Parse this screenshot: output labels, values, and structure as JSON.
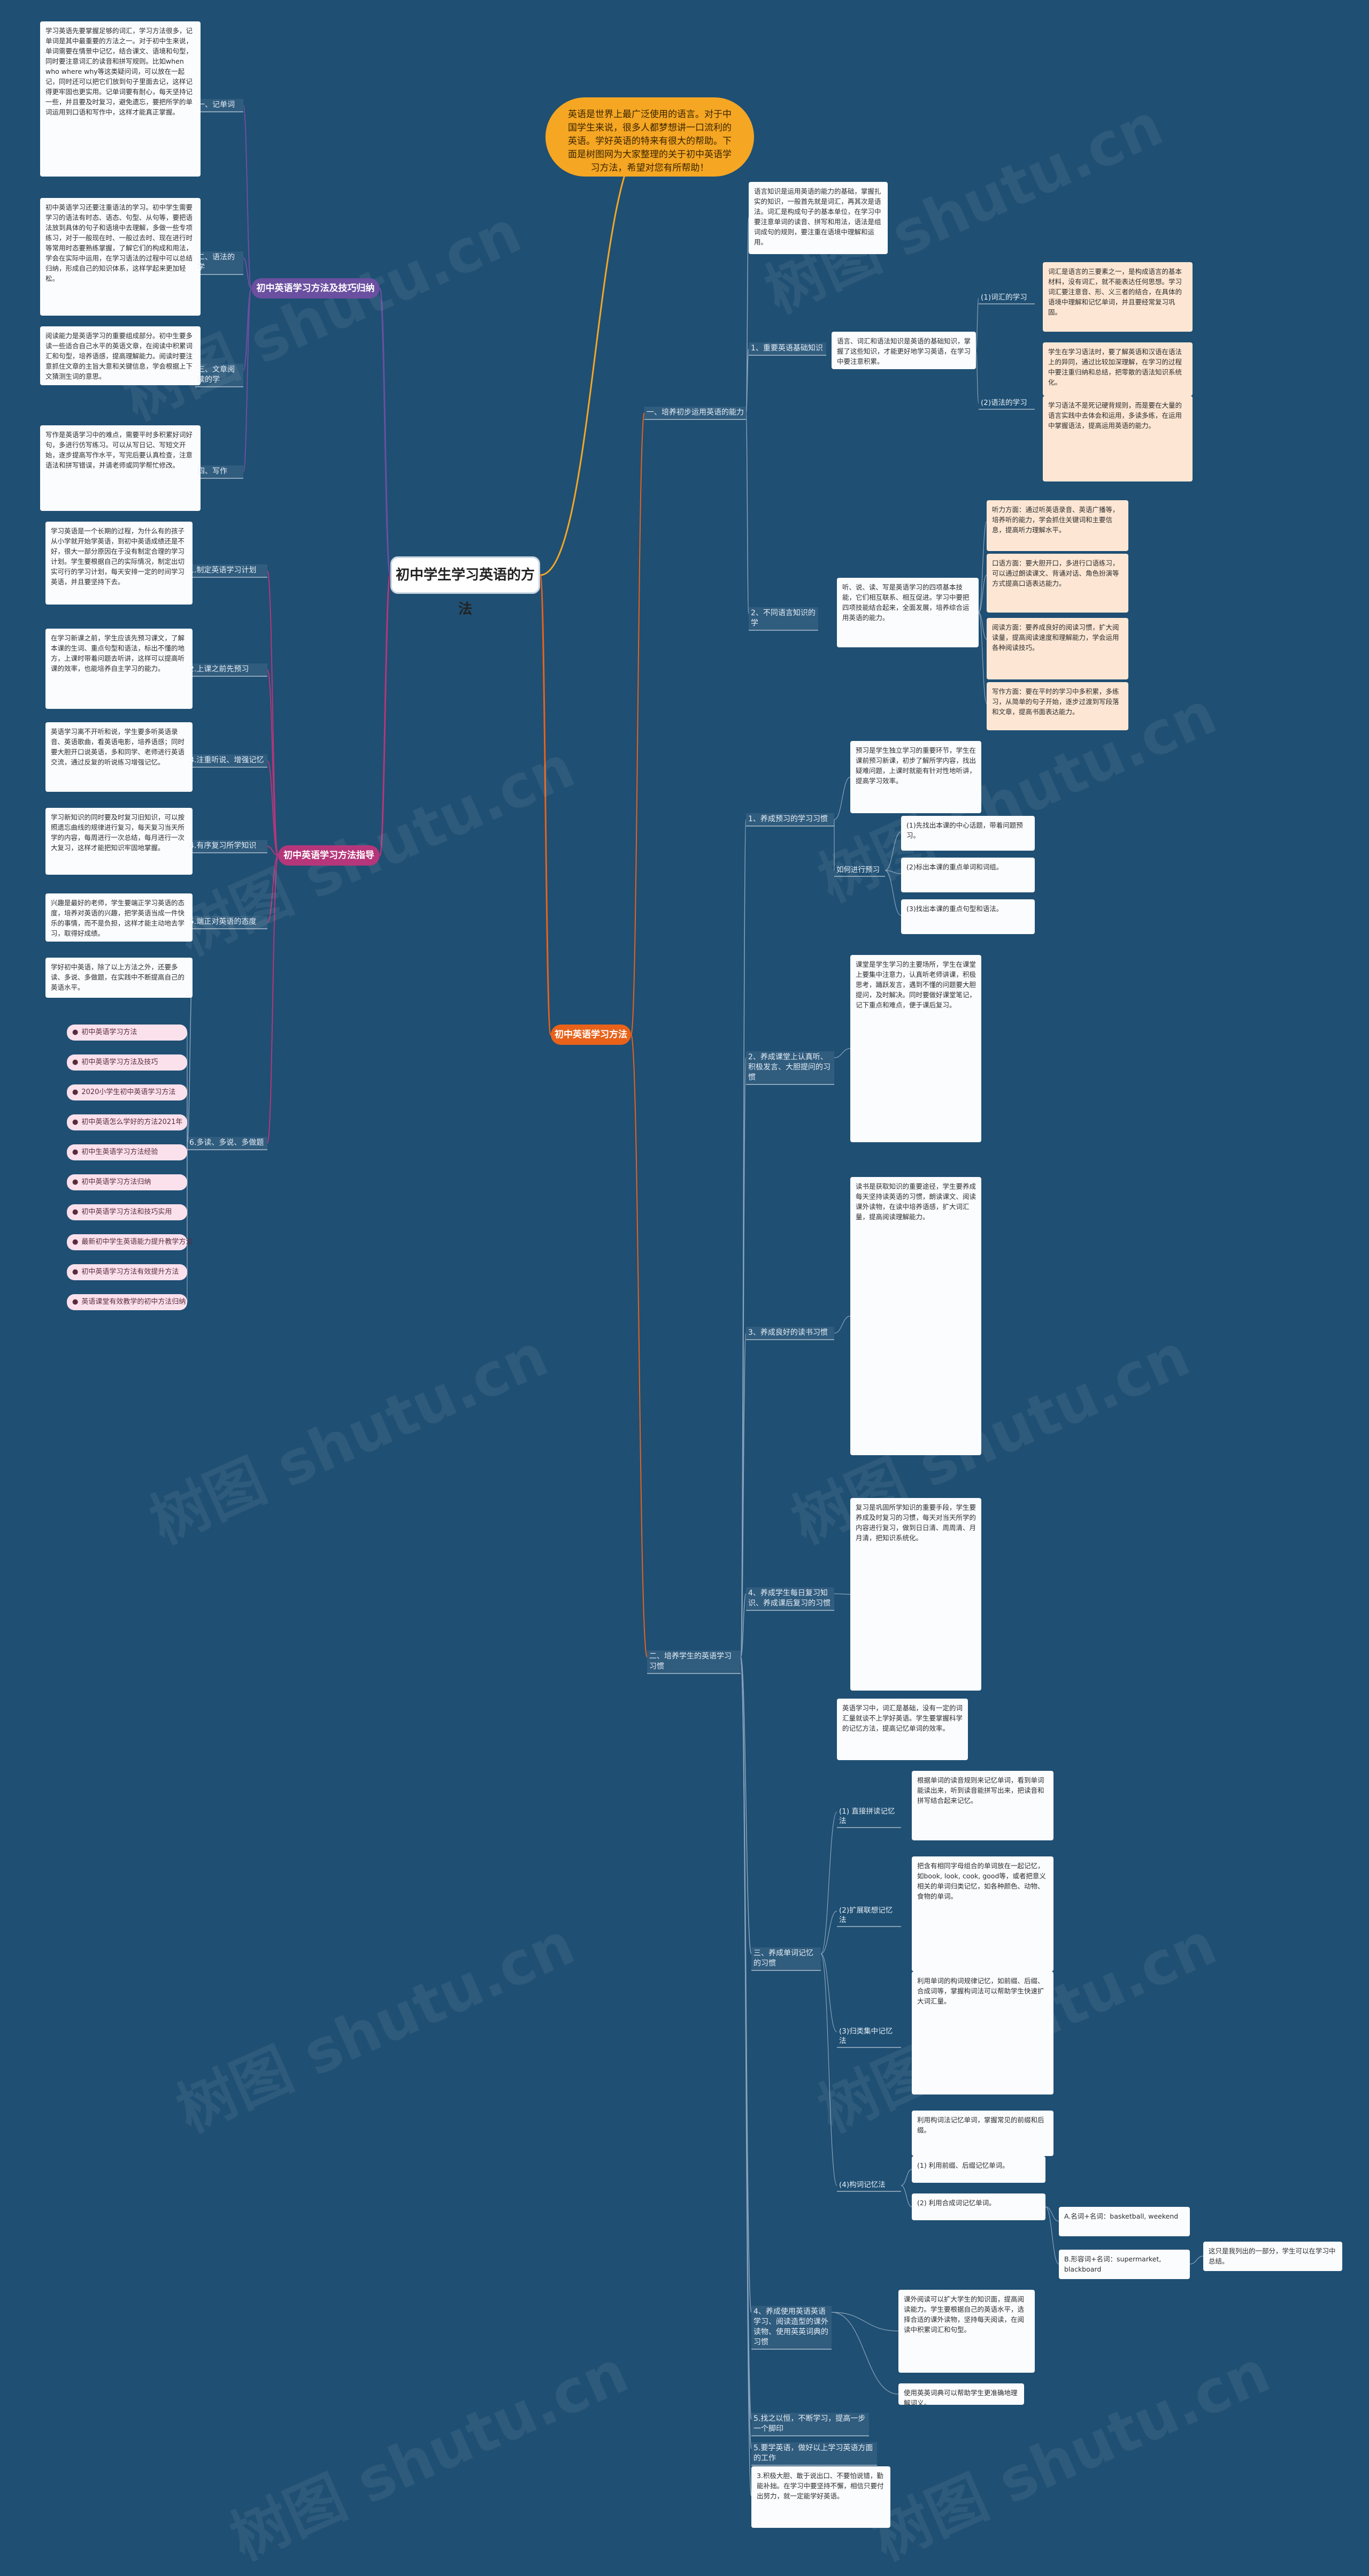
{
  "root": "初中学生学习英语的方法",
  "intro": "英语是世界上最广泛使用的语言。对于中国学生来说，很多人都梦想讲一口流利的英语。学好英语的特来有很大的帮助。下面是树图网为大家整理的关于初中英语学习方法，希望对您有所帮助！",
  "watermark": "树图 shutu.cn",
  "branches": {
    "b1": "初中英语学习方法及技巧归纳",
    "b2": "初中英语学习方法指导",
    "b3": "初中英语学习方法"
  },
  "b1_items": [
    {
      "label": "一、记单词",
      "text": "学习英语先要掌握足够的词汇，学习方法很多，记单词是其中最重要的方法之一。对于初中生来说，单词需要在情景中记忆，结合课文、语境和句型，同时要注意词汇的读音和拼写规则。比如when who where why等这类疑问词，可以放在一起记，同时还可以把它们放到句子里面去记，这样记得更牢固也更实用。记单词要有耐心，每天坚持记一些，并且要及时复习，避免遗忘，要把所学的单词运用到口语和写作中，这样才能真正掌握。"
    },
    {
      "label": "二、语法的学",
      "text": "初中英语学习还要注重语法的学习。初中学生需要学习的语法有时态、语态、句型、从句等，要把语法放到具体的句子和语境中去理解，多做一些专项练习，对于一般现在时、一般过去时、现在进行时等常用时态要熟练掌握，了解它们的构成和用法，学会在实际中运用，在学习语法的过程中可以总结归纳，形成自己的知识体系，这样学起来更加轻松。"
    },
    {
      "label": "三、文章阅读的学",
      "text": "阅读能力是英语学习的重要组成部分。初中生要多读一些适合自己水平的英语文章，在阅读中积累词汇和句型，培养语感，提高理解能力。阅读时要注意抓住文章的主旨大意和关键信息，学会根据上下文猜测生词的意思。"
    },
    {
      "label": "四、写作",
      "text": "写作是英语学习中的难点，需要平时多积累好词好句，多进行仿写练习。可以从写日记、写短文开始，逐步提高写作水平，写完后要认真检查，注意语法和拼写错误，并请老师或同学帮忙修改。"
    }
  ],
  "b2_items": [
    {
      "label": "1.制定英语学习计划",
      "text": "学习英语是一个长期的过程，为什么有的孩子从小学就开始学英语，到初中英语成绩还是不好，很大一部分原因在于没有制定合理的学习计划。学生要根据自己的实际情况，制定出切实可行的学习计划，每天安排一定的时间学习英语，并且要坚持下去。"
    },
    {
      "label": "2.上课之前先预习",
      "text": "在学习新课之前，学生应该先预习课文，了解本课的生词、重点句型和语法，标出不懂的地方，上课时带着问题去听讲，这样可以提高听课的效率，也能培养自主学习的能力。"
    },
    {
      "label": "3.注重听说、增强记忆",
      "text": "英语学习离不开听和说，学生要多听英语录音、英语歌曲，看英语电影，培养语感；同时要大胆开口说英语，多和同学、老师进行英语交流，通过反复的听说练习增强记忆。"
    },
    {
      "label": "4.有序复习所学知识",
      "text": "学习新知识的同时要及时复习旧知识，可以按照遗忘曲线的规律进行复习，每天复习当天所学的内容，每周进行一次总结，每月进行一次大复习，这样才能把知识牢固地掌握。"
    },
    {
      "label": "5.端正对英语的态度",
      "text": "兴趣是最好的老师，学生要端正学习英语的态度，培养对英语的兴趣，把学英语当成一件快乐的事情，而不是负担，这样才能主动地去学习，取得好成绩。"
    },
    {
      "label": "6.多读、多说、多做题",
      "text": "学好初中英语，除了以上方法之外，还要多读、多说、多做题，在实践中不断提高自己的英语水平。"
    }
  ],
  "b2_links": [
    "初中英语学习方法",
    "初中英语学习方法及技巧",
    "2020小学生初中英语学习方法",
    "初中英语怎么学好的方法2021年",
    "初中生英语学习方法经验",
    "初中英语学习方法归纳",
    "初中英语学习方法和技巧实用",
    "最新初中学生英语能力提升教学方法",
    "初中英语学习方法有效提升方法",
    "英语课堂有效教学的初中方法归纳"
  ],
  "b3": {
    "s1": {
      "label": "一、培养初步运用英语的能力",
      "intro": "语言知识是运用英语的能力的基础，掌握扎实的知识，一般首先就是词汇，再其次是语法。词汇是构成句子的基本单位，在学习中要注意单词的读音、拼写和用法，语法是组词成句的规则，要注重在语境中理解和运用。",
      "a_label": "1、重要英语基础知识",
      "a_text": "语言、词汇和语法知识是英语的基础知识，掌握了这些知识，才能更好地学习英语，在学习中要注意积累。",
      "a1_label": "(1)词汇的学习",
      "a1_text": "词汇是语言的三要素之一，是构成语言的基本材料，没有词汇，就不能表达任何思想。学习词汇要注意音、形、义三者的结合，在具体的语境中理解和记忆单词，并且要经常复习巩固。",
      "a2_label": "(2)语法的学习",
      "a2_text": "学生在学习语法时，要了解英语和汉语在语法上的异同，通过比较加深理解，在学习的过程中要注重归纳和总结，把零散的语法知识系统化。",
      "a2_text2": "学习语法不是死记硬背规则，而是要在大量的语言实践中去体会和运用，多读多练，在运用中掌握语法，提高运用英语的能力。",
      "b_label": "2、不同语言知识的学",
      "b_intro": "听、说、读、写是英语学习的四项基本技能，它们相互联系、相互促进。学习中要把四项技能结合起来，全面发展，培养综合运用英语的能力。",
      "b_items": [
        "听力方面：通过听英语录音、英语广播等，培养听的能力，学会抓住关键词和主要信息，提高听力理解水平。",
        "口语方面：要大胆开口，多进行口语练习，可以通过朗读课文、背诵对话、角色扮演等方式提高口语表达能力。",
        "阅读方面：要养成良好的阅读习惯，扩大阅读量，提高阅读速度和理解能力，学会运用各种阅读技巧。",
        "写作方面：要在平时的学习中多积累，多练习，从简单的句子开始，逐步过渡到写段落和文章，提高书面表达能力。"
      ]
    },
    "s2": {
      "label": "二、培养学生的英语学习习惯",
      "items": [
        {
          "label": "1、养成预习的学习习惯",
          "text": "预习是学生独立学习的重要环节，学生在课前预习新课，初步了解所学内容，找出疑难问题，上课时就能有针对性地听讲，提高学习效率。",
          "subs": [
            {
              "label": "如何进行预习",
              "points": [
                "(1)先找出本课的中心话题，带着问题预习。",
                "(2)标出本课的重点单词和词组。",
                "(3)找出本课的重点句型和语法。"
              ]
            }
          ]
        },
        {
          "label": "2、养成课堂上认真听、积极发言、大胆提问的习惯",
          "text": "课堂是学生学习的主要场所，学生在课堂上要集中注意力，认真听老师讲课，积极思考，踊跃发言，遇到不懂的问题要大胆提问，及时解决。同时要做好课堂笔记，记下重点和难点，便于课后复习。"
        },
        {
          "label": "3、养成良好的读书习惯",
          "text": "读书是获取知识的重要途径，学生要养成每天坚持读英语的习惯，朗读课文、阅读课外读物，在读中培养语感，扩大词汇量，提高阅读理解能力。"
        },
        {
          "label": "4、养成学生每日复习知识、养成课后复习的习惯",
          "text": "复习是巩固所学知识的重要手段，学生要养成及时复习的习惯，每天对当天所学的内容进行复习，做到日日清、周周清、月月清，把知识系统化。"
        }
      ]
    },
    "s3": {
      "label": "三、养成单词记忆的习惯",
      "intro": "英语学习中，词汇是基础，没有一定的词汇量就谈不上学好英语。学生要掌握科学的记忆方法，提高记忆单词的效率。",
      "methods": [
        {
          "label": "(1) 直接拼读记忆法",
          "text": "根据单词的读音规则来记忆单词，看到单词能读出来，听到读音能拼写出来，把读音和拼写结合起来记忆。"
        },
        {
          "label": "(2)扩展联想记忆法",
          "text": "把含有相同字母组合的单词放在一起记忆，如book, look, cook, good等，或者把意义相关的单词归类记忆，如各种颜色、动物、食物的单词。"
        },
        {
          "label": "(3)归类集中记忆法",
          "text": "利用单词的构词规律记忆，如前缀、后缀、合成词等，掌握构词法可以帮助学生快速扩大词汇量。"
        },
        {
          "label": "(4)构词记忆法",
          "text": "利用构词法记忆单词，掌握常见的前缀和后缀。",
          "subs": [
            "(1) 利用前缀、后缀记忆单词。",
            "(2) 利用合成词记忆单词。"
          ],
          "extras": [
            "A.名词+名词：basketball, weekend",
            "B.形容词+名词：supermarket, blackboard"
          ],
          "final": "这只是我列出的一部分，学生可以在学习中总结。"
        }
      ]
    },
    "s4": {
      "label": "4、养成使用英语英语学习、阅读造型的课外读物、使用英英词典的习惯",
      "text": "课外阅读可以扩大学生的知识面，提高阅读能力。学生要根据自己的英语水平，选择合适的课外读物，坚持每天阅读，在阅读中积累词汇和句型。",
      "sub": "使用英英词典可以帮助学生更准确地理解词义。"
    },
    "s5": "5.找之以恒，不断学习，提高一步一个脚印",
    "s6": "5.要学英语，做好以上学习英语方面的工作",
    "s7": "3.积极大胆、敢于说出口、不要怕说错，勤能补拙。在学习中要坚持不懈，相信只要付出努力，就一定能学好英语。"
  },
  "colors": {
    "background": "#1f4f73",
    "intro": "#f5a623",
    "purple": "#6b4fa0",
    "magenta": "#b5367a",
    "orange": "#e8621a"
  }
}
